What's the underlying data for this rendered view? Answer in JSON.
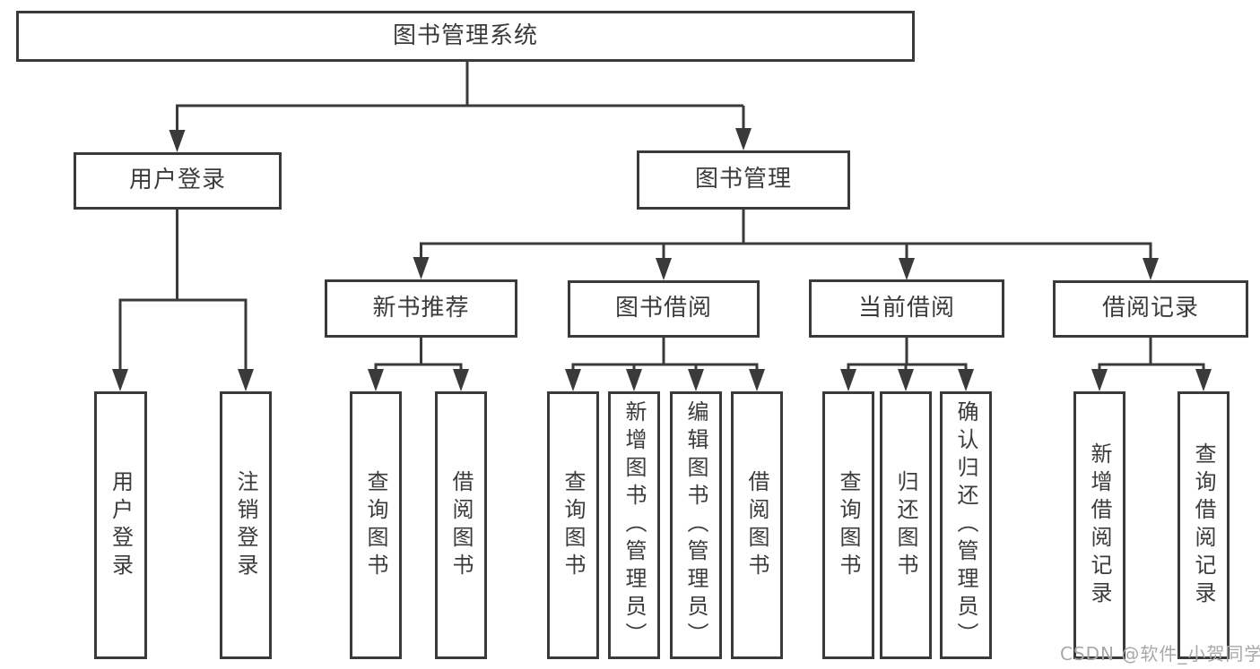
{
  "tree": {
    "label": "图书管理系统",
    "children": [
      {
        "label": "用户登录",
        "children": [
          {
            "label": "用户登录"
          },
          {
            "label": "注销登录"
          }
        ]
      },
      {
        "label": "图书管理",
        "children": [
          {
            "label": "新书推荐",
            "children": [
              {
                "label": "查询图书"
              },
              {
                "label": "借阅图书"
              }
            ]
          },
          {
            "label": "图书借阅",
            "children": [
              {
                "label": "查询图书"
              },
              {
                "label": "新增图书（管理员）"
              },
              {
                "label": "编辑图书（管理员）"
              },
              {
                "label": "借阅图书"
              }
            ]
          },
          {
            "label": "当前借阅",
            "children": [
              {
                "label": "查询图书"
              },
              {
                "label": "归还图书"
              },
              {
                "label": "确认归还（管理员）"
              }
            ]
          },
          {
            "label": "借阅记录",
            "children": [
              {
                "label": "新增借阅记录"
              },
              {
                "label": "查询借阅记录"
              }
            ]
          }
        ]
      }
    ]
  },
  "watermark": {
    "text": "CSDN @软件_小贺同学"
  },
  "colors": {
    "line": "#3a3a3a",
    "node_border": "#3a3a3a",
    "node_text": "#3b3b3b",
    "background": "#ffffff",
    "watermark": "#a8a8a8"
  }
}
